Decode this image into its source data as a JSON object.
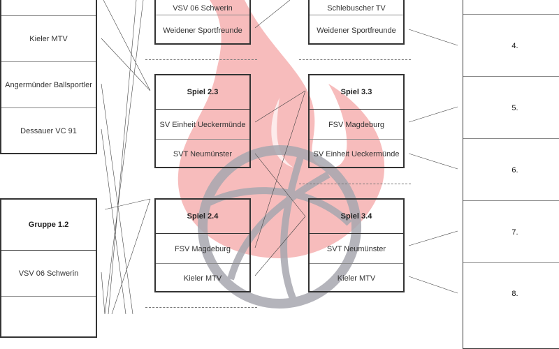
{
  "colors": {
    "flame": "#f4a5a5",
    "ball": "#a8a8b0",
    "line": "#333333"
  },
  "group1_1": {
    "rows": [
      "Kieler MTV",
      "Angermünder Ballsportler",
      "Dessauer VC 91"
    ]
  },
  "group1_2": {
    "title": "Gruppe 1.2",
    "rows": [
      "VSV 06 Schwerin"
    ]
  },
  "game2_top": {
    "rows": [
      "VSV 06 Schwerin",
      "Weidener Sportfreunde"
    ]
  },
  "game2_3": {
    "title": "Spiel 2.3",
    "rows": [
      "SV Einheit Ueckermünde",
      "SVT Neumünster"
    ]
  },
  "game2_4": {
    "title": "Spiel 2.4",
    "rows": [
      "FSV Magdeburg",
      "Kieler MTV"
    ]
  },
  "game3_top": {
    "rows": [
      "Schlebuscher TV",
      "Weidener Sportfreunde"
    ]
  },
  "game3_3": {
    "title": "Spiel 3.3",
    "rows": [
      "FSV Magdeburg",
      "SV Einheit Ueckermünde"
    ]
  },
  "game3_4": {
    "title": "Spiel 3.4",
    "rows": [
      "SVT Neumünster",
      "Kieler MTV"
    ]
  },
  "ranking": [
    "4.",
    "5.",
    "6.",
    "7.",
    "8."
  ]
}
